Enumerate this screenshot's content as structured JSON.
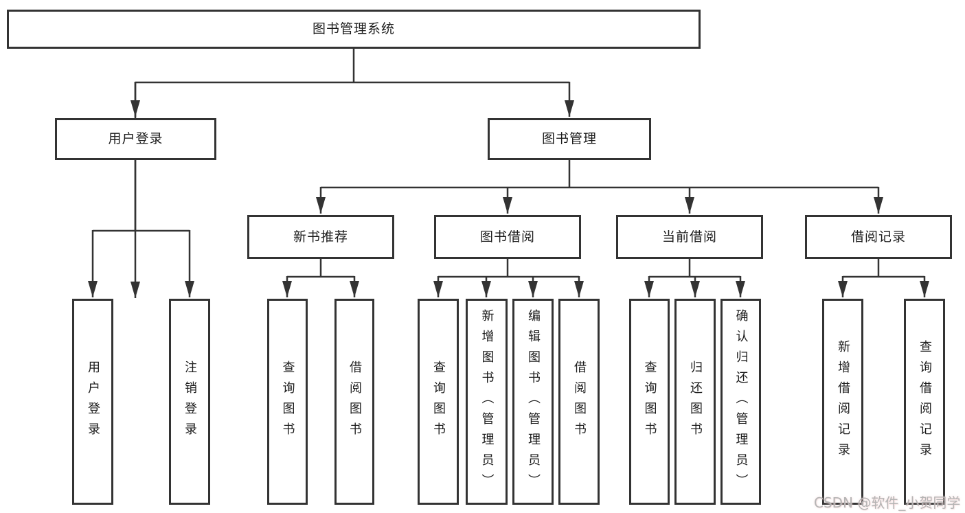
{
  "diagram": {
    "type": "tree",
    "colors": {
      "line": "#333333",
      "box_border": "#333333",
      "box_background": "#ffffff",
      "text": "#1c1c1c",
      "watermark_text": "#b5b5b5"
    },
    "tree": {
      "label": "图书管理系统",
      "children": [
        {
          "label": "用户登录",
          "children": [
            {
              "label": "用户登录"
            },
            {
              "label": "注销登录"
            }
          ]
        },
        {
          "label": "图书管理",
          "children": [
            {
              "label": "新书推荐",
              "children": [
                {
                  "label": "查询图书"
                },
                {
                  "label": "借阅图书"
                }
              ]
            },
            {
              "label": "图书借阅",
              "children": [
                {
                  "label": "查询图书"
                },
                {
                  "label": "新增图书（管理员）"
                },
                {
                  "label": "编辑图书（管理员）"
                },
                {
                  "label": "借阅图书"
                }
              ]
            },
            {
              "label": "当前借阅",
              "children": [
                {
                  "label": "查询图书"
                },
                {
                  "label": "归还图书"
                },
                {
                  "label": "确认归还（管理员）"
                }
              ]
            },
            {
              "label": "借阅记录",
              "children": [
                {
                  "label": "新增借阅记录"
                },
                {
                  "label": "查询借阅记录"
                }
              ]
            }
          ]
        }
      ]
    },
    "watermark": {
      "text": "CSDN @软件_小贺同学"
    }
  }
}
